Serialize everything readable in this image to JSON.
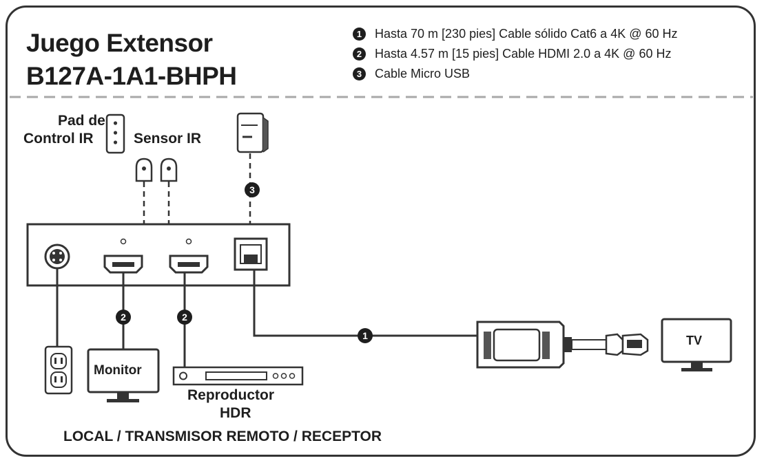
{
  "title": {
    "line1": "Juego Extensor",
    "line2": "B127A-1A1-BHPH"
  },
  "legend": [
    {
      "number": "1",
      "text": "Hasta 70 m [230 pies] Cable sólido Cat6 a 4K @ 60 Hz"
    },
    {
      "number": "2",
      "text": "Hasta 4.57 m [15 pies] Cable HDMI 2.0 a 4K @ 60 Hz"
    },
    {
      "number": "3",
      "text": "Cable Micro USB"
    }
  ],
  "labels": {
    "ir_pad_line1": "Pad de",
    "ir_pad_line2": "Control IR",
    "ir_sensor": "Sensor IR",
    "monitor": "Monitor",
    "player_line1": "Reproductor",
    "player_line2": "HDR",
    "tv": "TV",
    "footer": "LOCAL / TRANSMISOR REMOTO / RECEPTOR"
  },
  "cable_markers": {
    "cat6": "1",
    "hdmi_monitor": "2",
    "hdmi_player": "2",
    "usb": "3"
  }
}
